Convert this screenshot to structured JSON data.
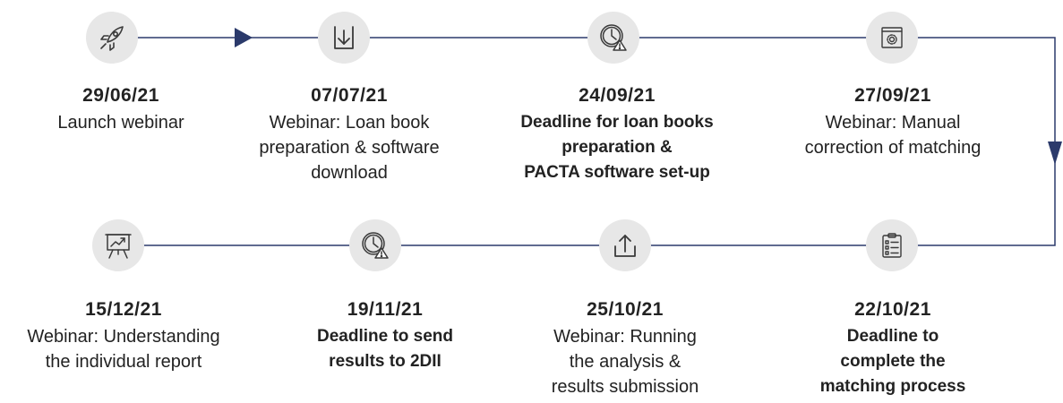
{
  "colors": {
    "line": "#2b3a6b",
    "node_bg": "#e7e7e7",
    "icon": "#3a3a3a",
    "text": "#222222"
  },
  "milestones": [
    {
      "date": "29/06/21",
      "desc": "Launch webinar",
      "bold": false,
      "icon": "rocket-icon"
    },
    {
      "date": "07/07/21",
      "desc": "Webinar: Loan book\npreparation &  software\ndownload",
      "bold": false,
      "icon": "download-icon"
    },
    {
      "date": "24/09/21",
      "desc": "Deadline for loan books\npreparation &\nPACTA software set-up",
      "bold": true,
      "icon": "clock-warning-icon"
    },
    {
      "date": "27/09/21",
      "desc": "Webinar: Manual\ncorrection of matching",
      "bold": false,
      "icon": "settings-window-icon"
    },
    {
      "date": "22/10/21",
      "desc": "Deadline to\ncomplete the\nmatching process",
      "bold": true,
      "icon": "checklist-icon"
    },
    {
      "date": "25/10/21",
      "desc": "Webinar: Running\nthe analysis &\nresults submission",
      "bold": false,
      "icon": "upload-icon"
    },
    {
      "date": "19/11/21",
      "desc": "Deadline to send\nresults to 2DII",
      "bold": true,
      "icon": "clock-warning-icon"
    },
    {
      "date": "15/12/21",
      "desc": "Webinar: Understanding\nthe individual report",
      "bold": false,
      "icon": "presentation-chart-icon"
    }
  ]
}
